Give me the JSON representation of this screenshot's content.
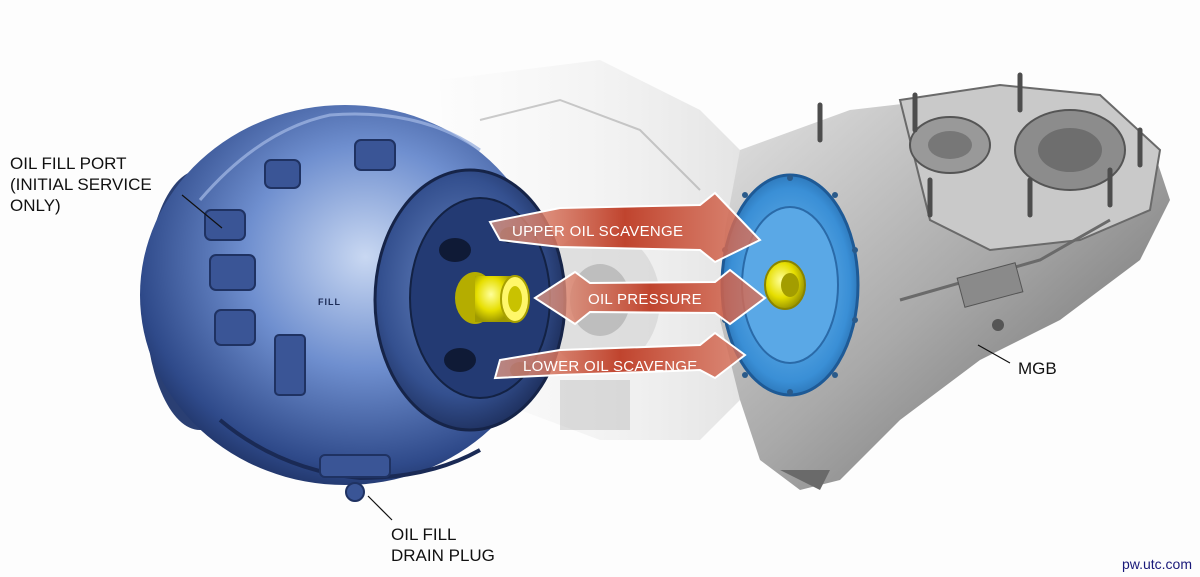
{
  "labels": {
    "oil_fill_port": "OIL FILL PORT\n(INITIAL SERVICE\nONLY)",
    "oil_fill_drain_plug": "OIL FILL\nDRAIN PLUG",
    "mgb": "MGB",
    "fill_marking": "FILL"
  },
  "flows": {
    "upper": "UPPER OIL SCAVENGE",
    "pressure": "OIL PRESSURE",
    "lower": "LOWER OIL SCAVENGE"
  },
  "watermark": "pw.utc.com",
  "colors": {
    "accessory_gearbox_blue": "#4d6fb8",
    "flange_blue": "#3f8fd4",
    "fitting_yellow": "#e8e000",
    "flow_arrow_red": "#c24a32",
    "gearbox_gray": "#9a9a9a"
  }
}
